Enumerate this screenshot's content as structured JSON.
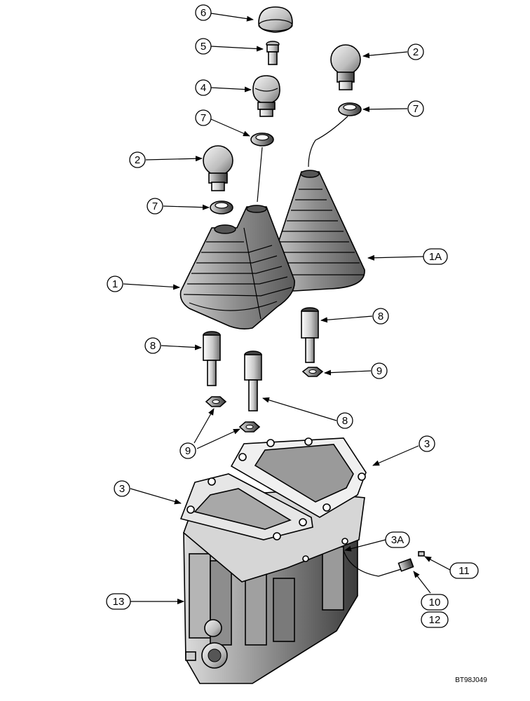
{
  "callouts": {
    "c6": "6",
    "c5": "5",
    "c4": "4",
    "c2a": "2",
    "c2b": "2",
    "c7a": "7",
    "c7b": "7",
    "c7c": "7",
    "c1": "1",
    "c1A": "1A",
    "c8a": "8",
    "c8b": "8",
    "c8c": "8",
    "c9a": "9",
    "c9b": "9",
    "c3a": "3",
    "c3b": "3",
    "c3A": "3A",
    "c11": "11",
    "c10": "10",
    "c12": "12",
    "c13": "13"
  },
  "reference": "BT98J049"
}
